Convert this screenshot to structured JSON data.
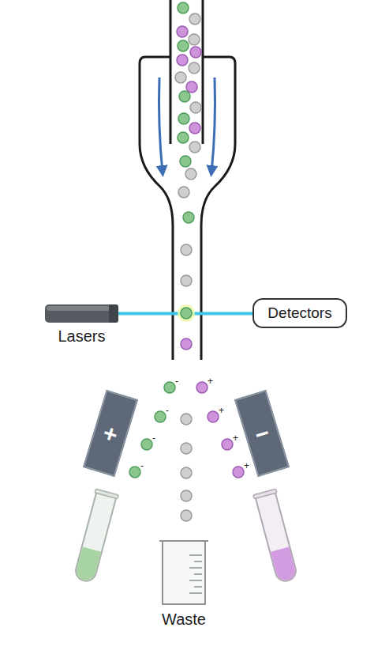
{
  "diagram": {
    "nodes": [
      {
        "text": [
          "Lasers"
        ]
      },
      {
        "text": [
          "Detectors"
        ]
      },
      {
        "text": [
          "+"
        ]
      },
      {
        "text": [
          "−"
        ]
      },
      {
        "text": [
          "Waste"
        ]
      }
    ],
    "edges": [
      {
        "from": 0,
        "to": 1,
        "arrow": "none"
      }
    ],
    "labels": [
      "-",
      "+",
      "-",
      "+",
      "-",
      "+",
      "-",
      "+"
    ]
  }
}
